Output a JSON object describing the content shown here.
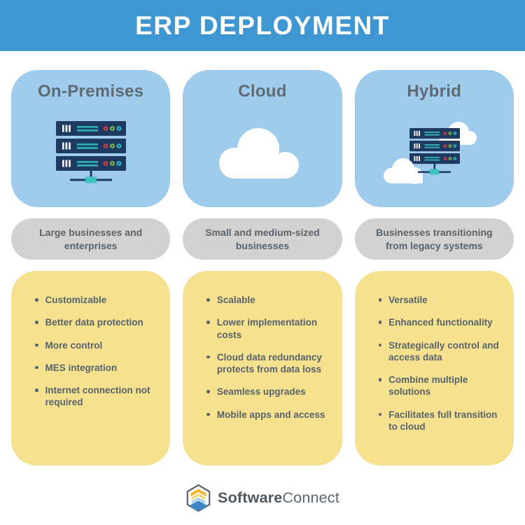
{
  "header": {
    "title": "ERP DEPLOYMENT"
  },
  "columns": [
    {
      "title": "On-Premises",
      "icon": "server-stack-icon",
      "audience": "Large businesses and enterprises",
      "benefits": [
        "Customizable",
        "Better data protection",
        "More control",
        "MES integration",
        "Internet connection not required"
      ]
    },
    {
      "title": "Cloud",
      "icon": "cloud-icon",
      "audience": "Small and medium-sized businesses",
      "benefits": [
        "Scalable",
        "Lower implementation costs",
        "Cloud data redundancy protects from data loss",
        "Seamless upgrades",
        "Mobile apps and access"
      ]
    },
    {
      "title": "Hybrid",
      "icon": "cloud-server-hybrid-icon",
      "audience": "Businesses transitioning from legacy systems",
      "benefits": [
        "Versatile",
        "Enhanced functionality",
        "Strategically control and access data",
        "Combine multiple solutions",
        "Facilitates full transition to cloud"
      ]
    }
  ],
  "footer": {
    "logo_icon": "hexagon-layers-icon",
    "brand_bold": "Software",
    "brand_regular": "Connect"
  },
  "colors": {
    "banner_blue": "#3E96D2",
    "card_blue": "#9FCBEC",
    "pill_gray": "#D2D2D2",
    "card_yellow": "#F6E18F",
    "text_slate": "#57626C",
    "server_navy": "#1E3A60",
    "server_teal": "#2FB0B4",
    "connector_teal": "#3EC2BB",
    "led_red": "#D23C43",
    "led_green": "#7DB844",
    "led_cyan": "#2FB9CD",
    "logo_gold": "#F2B233",
    "logo_blue": "#3D85C6"
  }
}
